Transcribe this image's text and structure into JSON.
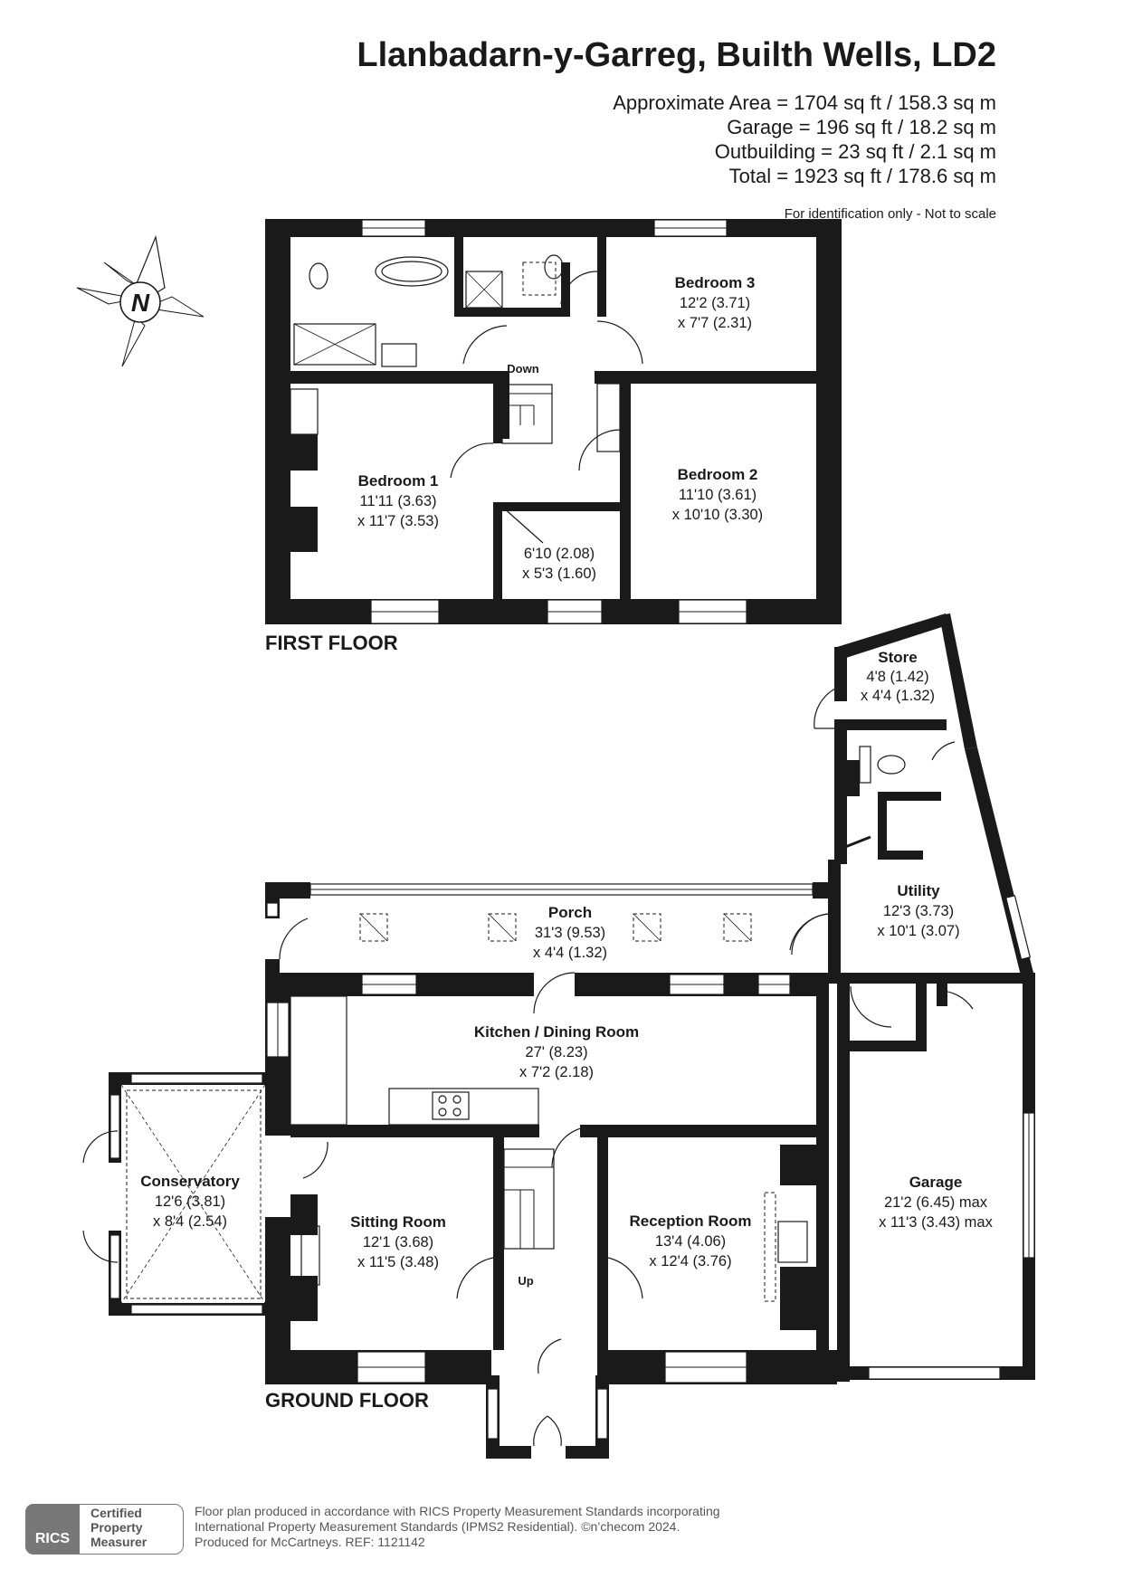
{
  "header": {
    "title": "Llanbadarn-y-Garreg, Builth Wells, LD2",
    "areas": [
      "Approximate Area = 1704 sq ft / 158.3 sq m",
      "Garage = 196 sq ft / 18.2 sq m",
      "Outbuilding = 23 sq ft / 2.1 sq m",
      "Total = 1923 sq ft / 178.6 sq m"
    ],
    "note": "For identification only - Not to scale"
  },
  "compass": {
    "letter": "N"
  },
  "floors": {
    "first": "FIRST FLOOR",
    "ground": "GROUND FLOOR"
  },
  "labels": {
    "down": "Down",
    "up": "Up"
  },
  "rooms": {
    "bedroom3": {
      "name": "Bedroom 3",
      "dims": [
        "12'2 (3.71)",
        "x 7'7 (2.31)"
      ]
    },
    "bedroom1": {
      "name": "Bedroom 1",
      "dims": [
        "11'11 (3.63)",
        "x 11'7 (3.53)"
      ]
    },
    "bedroom2": {
      "name": "Bedroom 2",
      "dims": [
        "11'10 (3.61)",
        "x 10'10 (3.30)"
      ]
    },
    "landing_room": {
      "name": "",
      "dims": [
        "6'10 (2.08)",
        "x 5'3 (1.60)"
      ]
    },
    "store": {
      "name": "Store",
      "dims": [
        "4'8 (1.42)",
        "x 4'4 (1.32)"
      ]
    },
    "utility": {
      "name": "Utility",
      "dims": [
        "12'3 (3.73)",
        "x 10'1 (3.07)"
      ]
    },
    "porch": {
      "name": "Porch",
      "dims": [
        "31'3 (9.53)",
        "x 4'4 (1.32)"
      ]
    },
    "kitchen": {
      "name": "Kitchen / Dining Room",
      "dims": [
        "27' (8.23)",
        "x 7'2 (2.18)"
      ]
    },
    "conservatory": {
      "name": "Conservatory",
      "dims": [
        "12'6 (3.81)",
        "x 8'4 (2.54)"
      ]
    },
    "sitting": {
      "name": "Sitting Room",
      "dims": [
        "12'1 (3.68)",
        "x 11'5 (3.48)"
      ]
    },
    "reception": {
      "name": "Reception Room",
      "dims": [
        "13'4 (4.06)",
        "x 12'4 (3.76)"
      ]
    },
    "garage": {
      "name": "Garage",
      "dims": [
        "21'2 (6.45) max",
        "x 11'3 (3.43) max"
      ]
    }
  },
  "footer": {
    "lines": [
      "Floor plan produced in accordance with RICS Property Measurement Standards incorporating",
      "International Property Measurement Standards (IPMS2 Residential).  ©n’checom 2024.",
      "Produced for McCartneys.   REF: 1121142"
    ],
    "badge": {
      "org": "RICS",
      "lines": [
        "Certified",
        "Property",
        "Measurer"
      ]
    }
  }
}
